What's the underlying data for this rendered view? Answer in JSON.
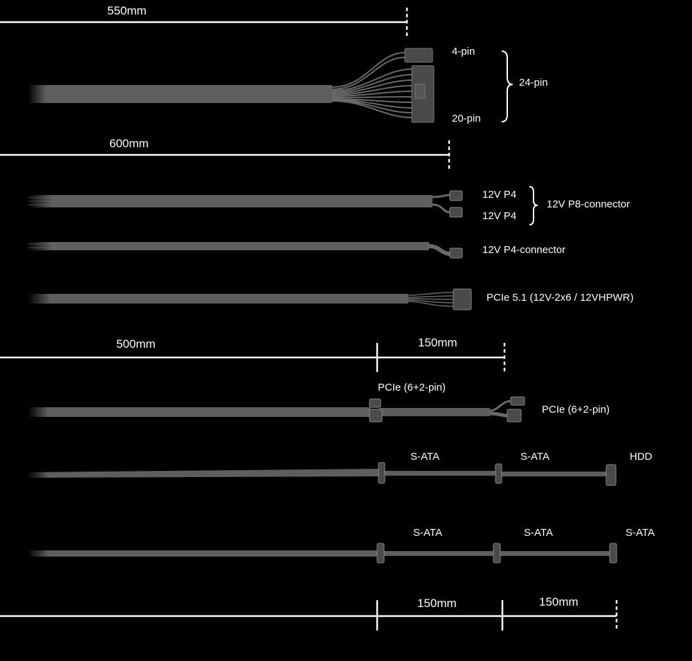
{
  "dimensions": {
    "group1": "550mm",
    "group2": "600mm",
    "group3_main": "500mm",
    "group3_extra": "150mm",
    "bottom_first": "150mm",
    "bottom_second": "150mm"
  },
  "cables": {
    "atx": {
      "upper_label": "4-pin",
      "lower_label": "20-pin",
      "combined_label": "24-pin"
    },
    "eps_dual": {
      "first_label": "12V P4",
      "second_label": "12V P4",
      "combined_label": "12V P8-connector"
    },
    "eps_single": {
      "label": "12V P4-connector"
    },
    "pcie_hp": {
      "label": "PCIe 5.1 (12V-2x6 / 12VHPWR)"
    },
    "pcie_daisy": {
      "first_label": "PCIe (6+2-pin)",
      "second_label": "PCIe (6+2-pin)"
    },
    "sata_hdd": {
      "first_label": "S-ATA",
      "second_label": "S-ATA",
      "end_label": "HDD"
    },
    "sata_triple": {
      "first_label": "S-ATA",
      "second_label": "S-ATA",
      "third_label": "S-ATA"
    }
  },
  "colors": {
    "background": "#000000",
    "cable": "#5e5e5e",
    "cable_highlight": "#7a7a7a",
    "connector": "#4a4a4a",
    "text": "#ffffff"
  }
}
